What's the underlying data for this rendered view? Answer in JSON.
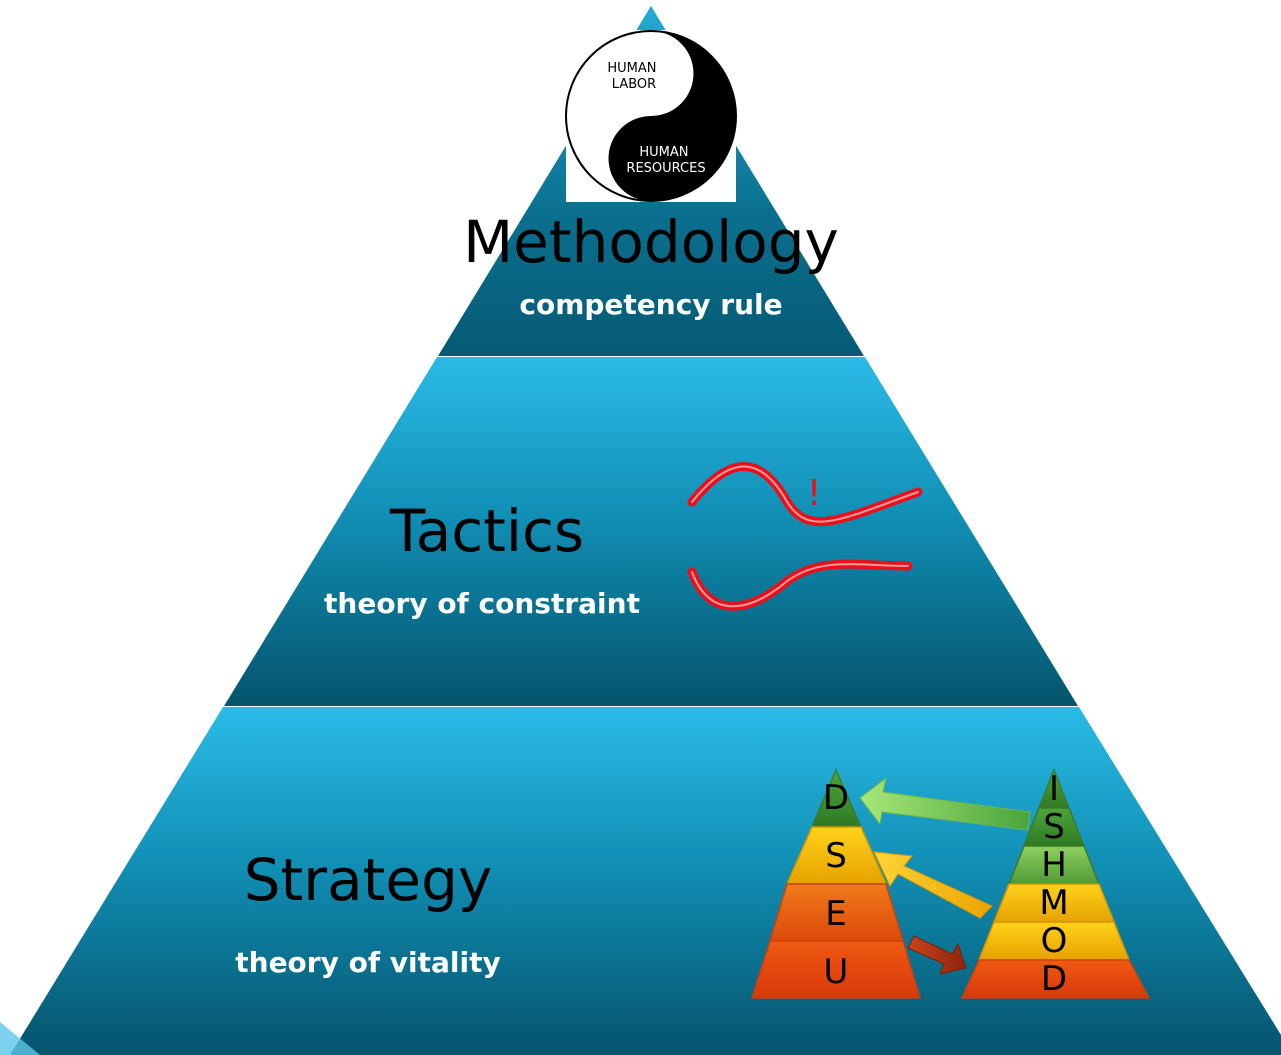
{
  "yin_yang": {
    "top_label_lines": [
      "HUMAN",
      "LABOR"
    ],
    "bottom_label_lines": [
      "HUMAN",
      "RESOURCES"
    ]
  },
  "tiers": {
    "top": {
      "title": "Methodology",
      "subtitle": "competency rule"
    },
    "middle": {
      "title": "Tactics",
      "subtitle": "theory of constraint",
      "mark": "!"
    },
    "bottom": {
      "title": "Strategy",
      "subtitle": "theory of vitality"
    }
  },
  "left_mini_pyramid": {
    "letters": [
      "D",
      "S",
      "E",
      "U"
    ]
  },
  "right_mini_pyramid": {
    "letters": [
      "I",
      "S",
      "H",
      "M",
      "O",
      "D"
    ]
  },
  "colors": {
    "tier_light": "#29b8e3",
    "tier_dark": "#055a73",
    "curve_red": "#e8101a",
    "green_dark": "#3a8a2a",
    "green_light": "#7cc24b",
    "yellow": "#f2b800",
    "orange": "#ef6a14",
    "red_orange": "#e8420c"
  }
}
